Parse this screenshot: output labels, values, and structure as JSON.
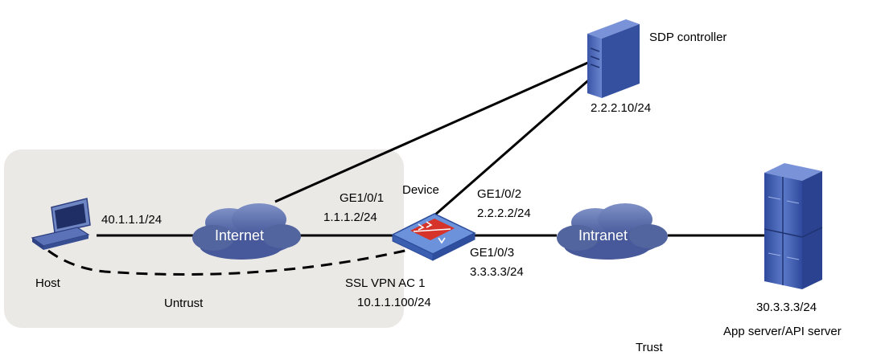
{
  "zones": {
    "untrust": "Untrust",
    "trust": "Trust"
  },
  "devices": {
    "host": {
      "name": "Host",
      "ip": "40.1.1.1/24"
    },
    "internet": {
      "name": "Internet"
    },
    "device": {
      "name": "Device",
      "ge1_0_1": "GE1/0/1",
      "ge1_0_1_ip": "1.1.1.2/24",
      "ge1_0_2": "GE1/0/2",
      "ge1_0_2_ip": "2.2.2.2/24",
      "ge1_0_3": "GE1/0/3",
      "ge1_0_3_ip": "3.3.3.3/24",
      "ac_name": "SSL VPN AC 1",
      "ac_ip": "10.1.1.100/24"
    },
    "intranet": {
      "name": "Intranet"
    },
    "sdp_controller": {
      "name": "SDP controller",
      "ip": "2.2.2.10/24"
    },
    "app_server": {
      "name": "App server/API server",
      "ip": "30.3.3.3/24"
    }
  },
  "colors": {
    "zone_fill": "#ebe9e6",
    "cloud_fill": "#5a6fad",
    "device_fill": "#4f79c4",
    "server_fill": "#3a56a8",
    "firewall_red": "#d6332a",
    "link": "#000000"
  },
  "icons": {
    "host": "pc-icon",
    "internet": "cloud-icon",
    "intranet": "cloud-icon",
    "device": "firewall-icon",
    "sdp_controller": "server-tower-icon",
    "app_server": "server-rack-icon"
  }
}
